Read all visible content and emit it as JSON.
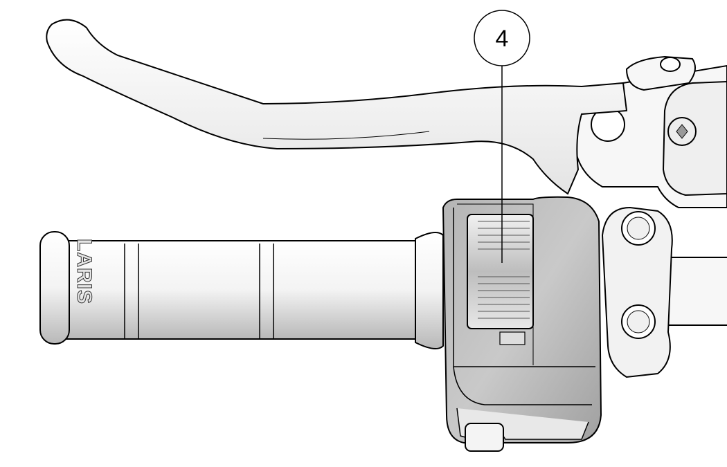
{
  "figure": {
    "callout": {
      "number": "4",
      "target": "switch-housing-rotary-control"
    },
    "grip_brand_text": "LARIS",
    "colors": {
      "line": "#000000",
      "fill_light": "#f2f2f2",
      "fill_mid": "#d9d9d9",
      "fill_dark": "#a6a6a6",
      "background": "#ffffff"
    }
  }
}
